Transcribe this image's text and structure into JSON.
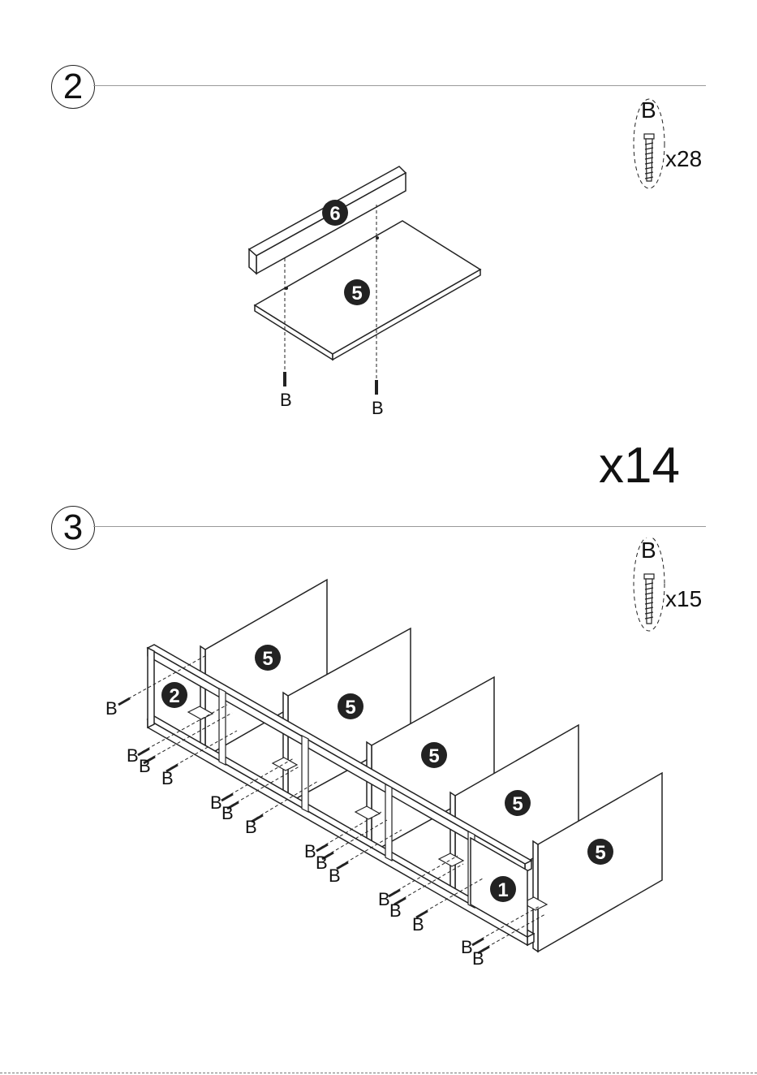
{
  "steps": [
    {
      "number": "2",
      "hardware": {
        "letter": "B",
        "count": "x28"
      },
      "repeat": "x14",
      "parts": [
        "6",
        "5"
      ],
      "callouts": [
        "B",
        "B"
      ]
    },
    {
      "number": "3",
      "hardware": {
        "letter": "B",
        "count": "x15"
      },
      "parts": [
        "2",
        "5",
        "5",
        "5",
        "5",
        "5",
        "1"
      ],
      "callouts": [
        "B",
        "B",
        "B",
        "B",
        "B",
        "B",
        "B",
        "B",
        "B",
        "B",
        "B",
        "B",
        "B",
        "B",
        "B"
      ]
    }
  ]
}
